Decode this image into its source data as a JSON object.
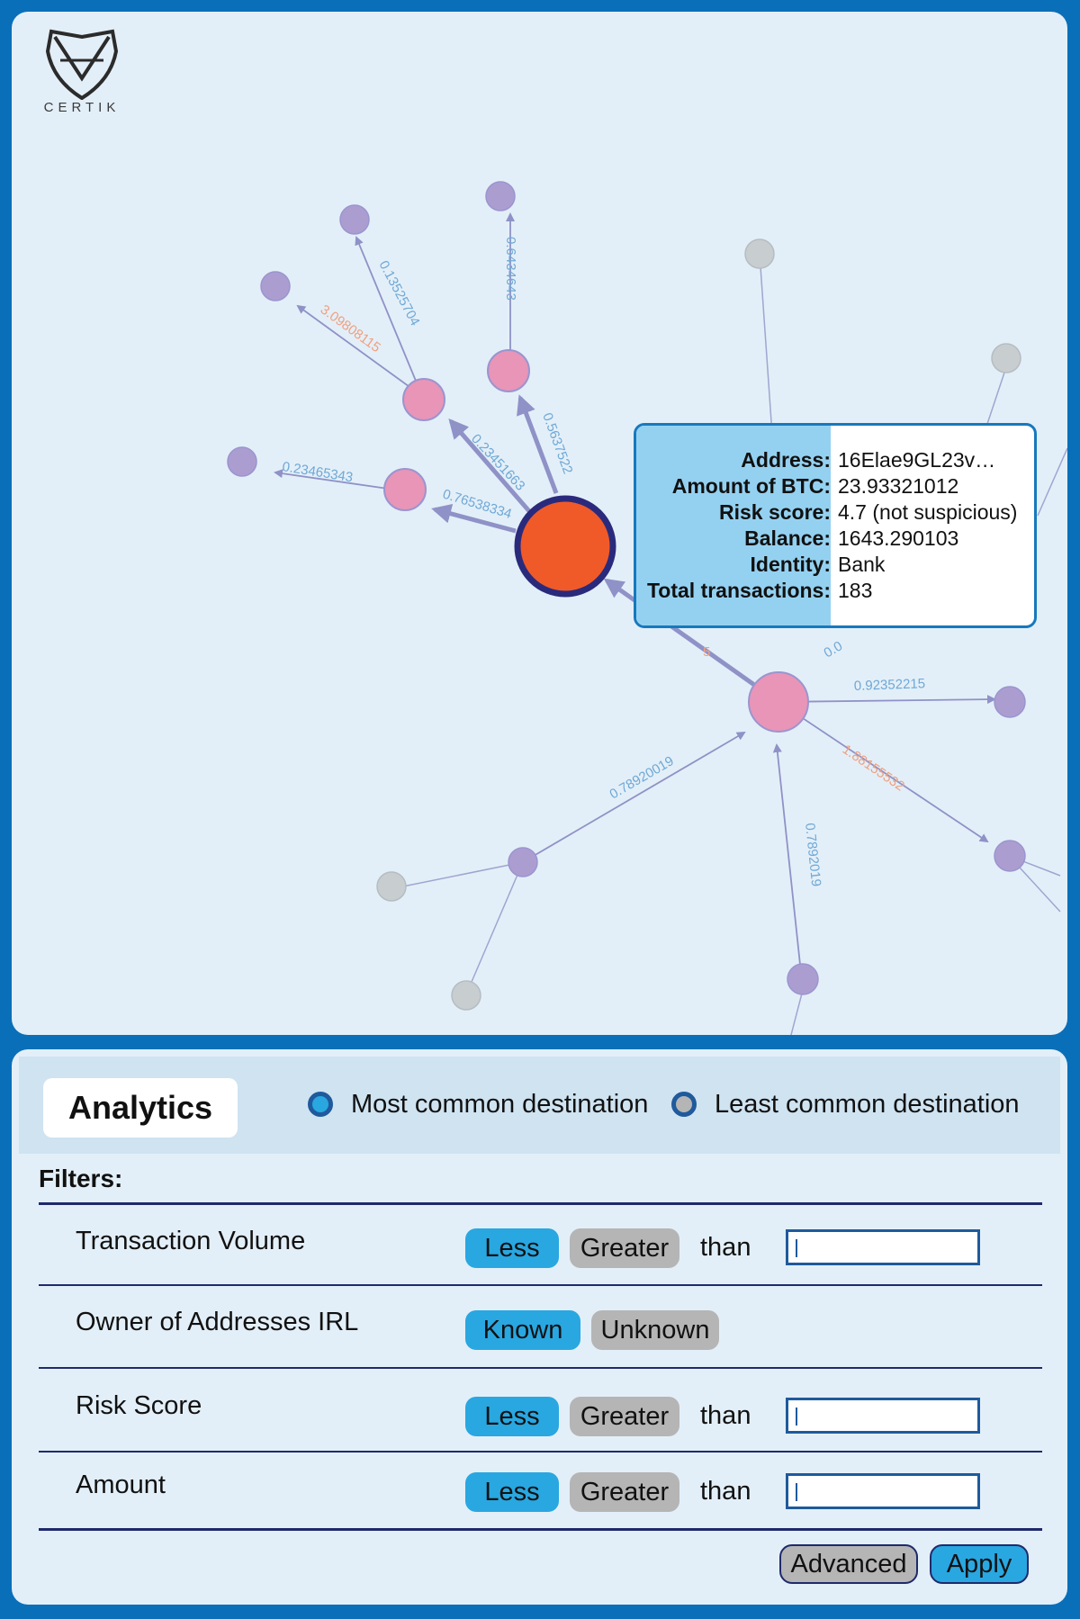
{
  "brand": {
    "logo_text": "CERTIK"
  },
  "graph": {
    "edge_labels": {
      "e1": "0.13525704",
      "e2": "0.6434643",
      "e3": "3.09808115",
      "e4": "0.23451663",
      "e5": "0.5637522",
      "e6": "0.23465343",
      "e7": "0.76538334",
      "e8": "0.92352215",
      "e9": "1.88155532",
      "e10": "0.78920019",
      "e11": "0.7892019",
      "e12": "0.0",
      "e13": "5"
    },
    "colors": {
      "selected_node": "#f05a28",
      "selected_border": "#2a2a7c",
      "pink_node": "#e895b8",
      "purple_node": "#ac9dd1",
      "grey_node": "#c8cdd0",
      "edge": "#8f92c7",
      "label_blue": "#6fa8d6",
      "label_orange": "#f0a080"
    }
  },
  "tooltip": {
    "rows": [
      {
        "key": "Address:",
        "value": "16Elae9GL23v…"
      },
      {
        "key": "Amount of BTC:",
        "value": "23.93321012"
      },
      {
        "key": "Risk score:",
        "value": "4.7 (not suspicious)"
      },
      {
        "key": "Balance:",
        "value": "1643.290103"
      },
      {
        "key": "Identity:",
        "value": "Bank"
      },
      {
        "key": "Total transactions:",
        "value": "183"
      }
    ]
  },
  "analytics": {
    "tab_label": "Analytics",
    "legend": [
      {
        "label": "Most common destination",
        "color": "#29a7e1"
      },
      {
        "label": "Least common destination",
        "color": "#b5b5b5"
      }
    ],
    "filters_title": "Filters:",
    "filters": [
      {
        "label": "Transaction Volume",
        "option_a": "Less",
        "option_b": "Greater",
        "suffix": "than",
        "value": ""
      },
      {
        "label": "Owner of Addresses IRL",
        "option_a": "Known",
        "option_b": "Unknown"
      },
      {
        "label": "Risk Score",
        "option_a": "Less",
        "option_b": "Greater",
        "suffix": "than",
        "value": ""
      },
      {
        "label": "Amount",
        "option_a": "Less",
        "option_b": "Greater",
        "suffix": "than",
        "value": ""
      }
    ],
    "buttons": {
      "advanced": "Advanced",
      "apply": "Apply"
    }
  }
}
